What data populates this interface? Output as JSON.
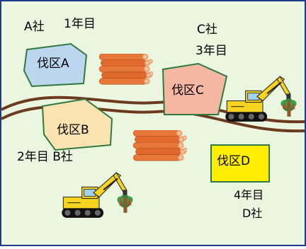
{
  "labels": {
    "a_company": "A社",
    "a_year": "1年目",
    "c_company": "C社",
    "c_year": "3年目",
    "b_year_company": "2年目 B社",
    "d_year": "4年目",
    "d_company": "D社"
  },
  "zones": {
    "a": "伐区A",
    "b": "伐区B",
    "c": "伐区C",
    "d": "伐区D"
  },
  "colors": {
    "background": "#eaf6df",
    "frame": "#1e3a8a",
    "zone_a": "#bcd6ef",
    "zone_b": "#fbe3b1",
    "zone_c": "#f4b7a2",
    "zone_d": "#ffee00",
    "zone_border": "#2f7a3f",
    "road": "#6b3a1f",
    "log": "#e8783a",
    "excavator": "#f5d31e"
  }
}
